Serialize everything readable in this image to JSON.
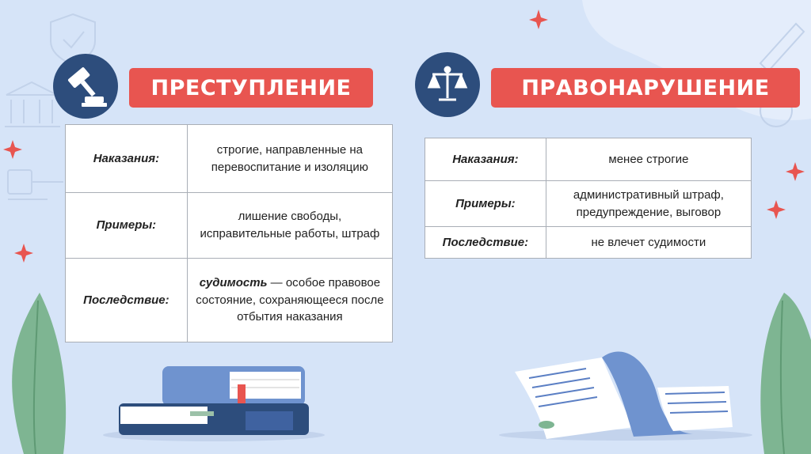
{
  "crime": {
    "title": "ПРЕСТУПЛЕНИЕ",
    "icon": "gavel-icon",
    "rows": [
      {
        "label": "Наказания:",
        "value": "строгие, направленные на перевоспитание и изоляцию"
      },
      {
        "label": "Примеры:",
        "value": "лишение свободы, исправительные работы, штраф"
      },
      {
        "label": "Последствие:",
        "value_bold": "судимость",
        "value": " — особое правовое состояние, сохраняющееся после отбытия наказания"
      }
    ]
  },
  "offense": {
    "title": "ПРАВОНАРУШЕНИЕ",
    "icon": "scales-icon",
    "rows": [
      {
        "label": "Наказания:",
        "value": "менее строгие"
      },
      {
        "label": "Примеры:",
        "value": "административный штраф, предупреждение, выговор"
      },
      {
        "label": "Последствие:",
        "value": "не влечет судимости"
      }
    ]
  },
  "colors": {
    "background": "#d6e4f8",
    "banner": "#e85550",
    "icon_circle": "#2d4d7c",
    "accent_plant": "#7eb592"
  }
}
